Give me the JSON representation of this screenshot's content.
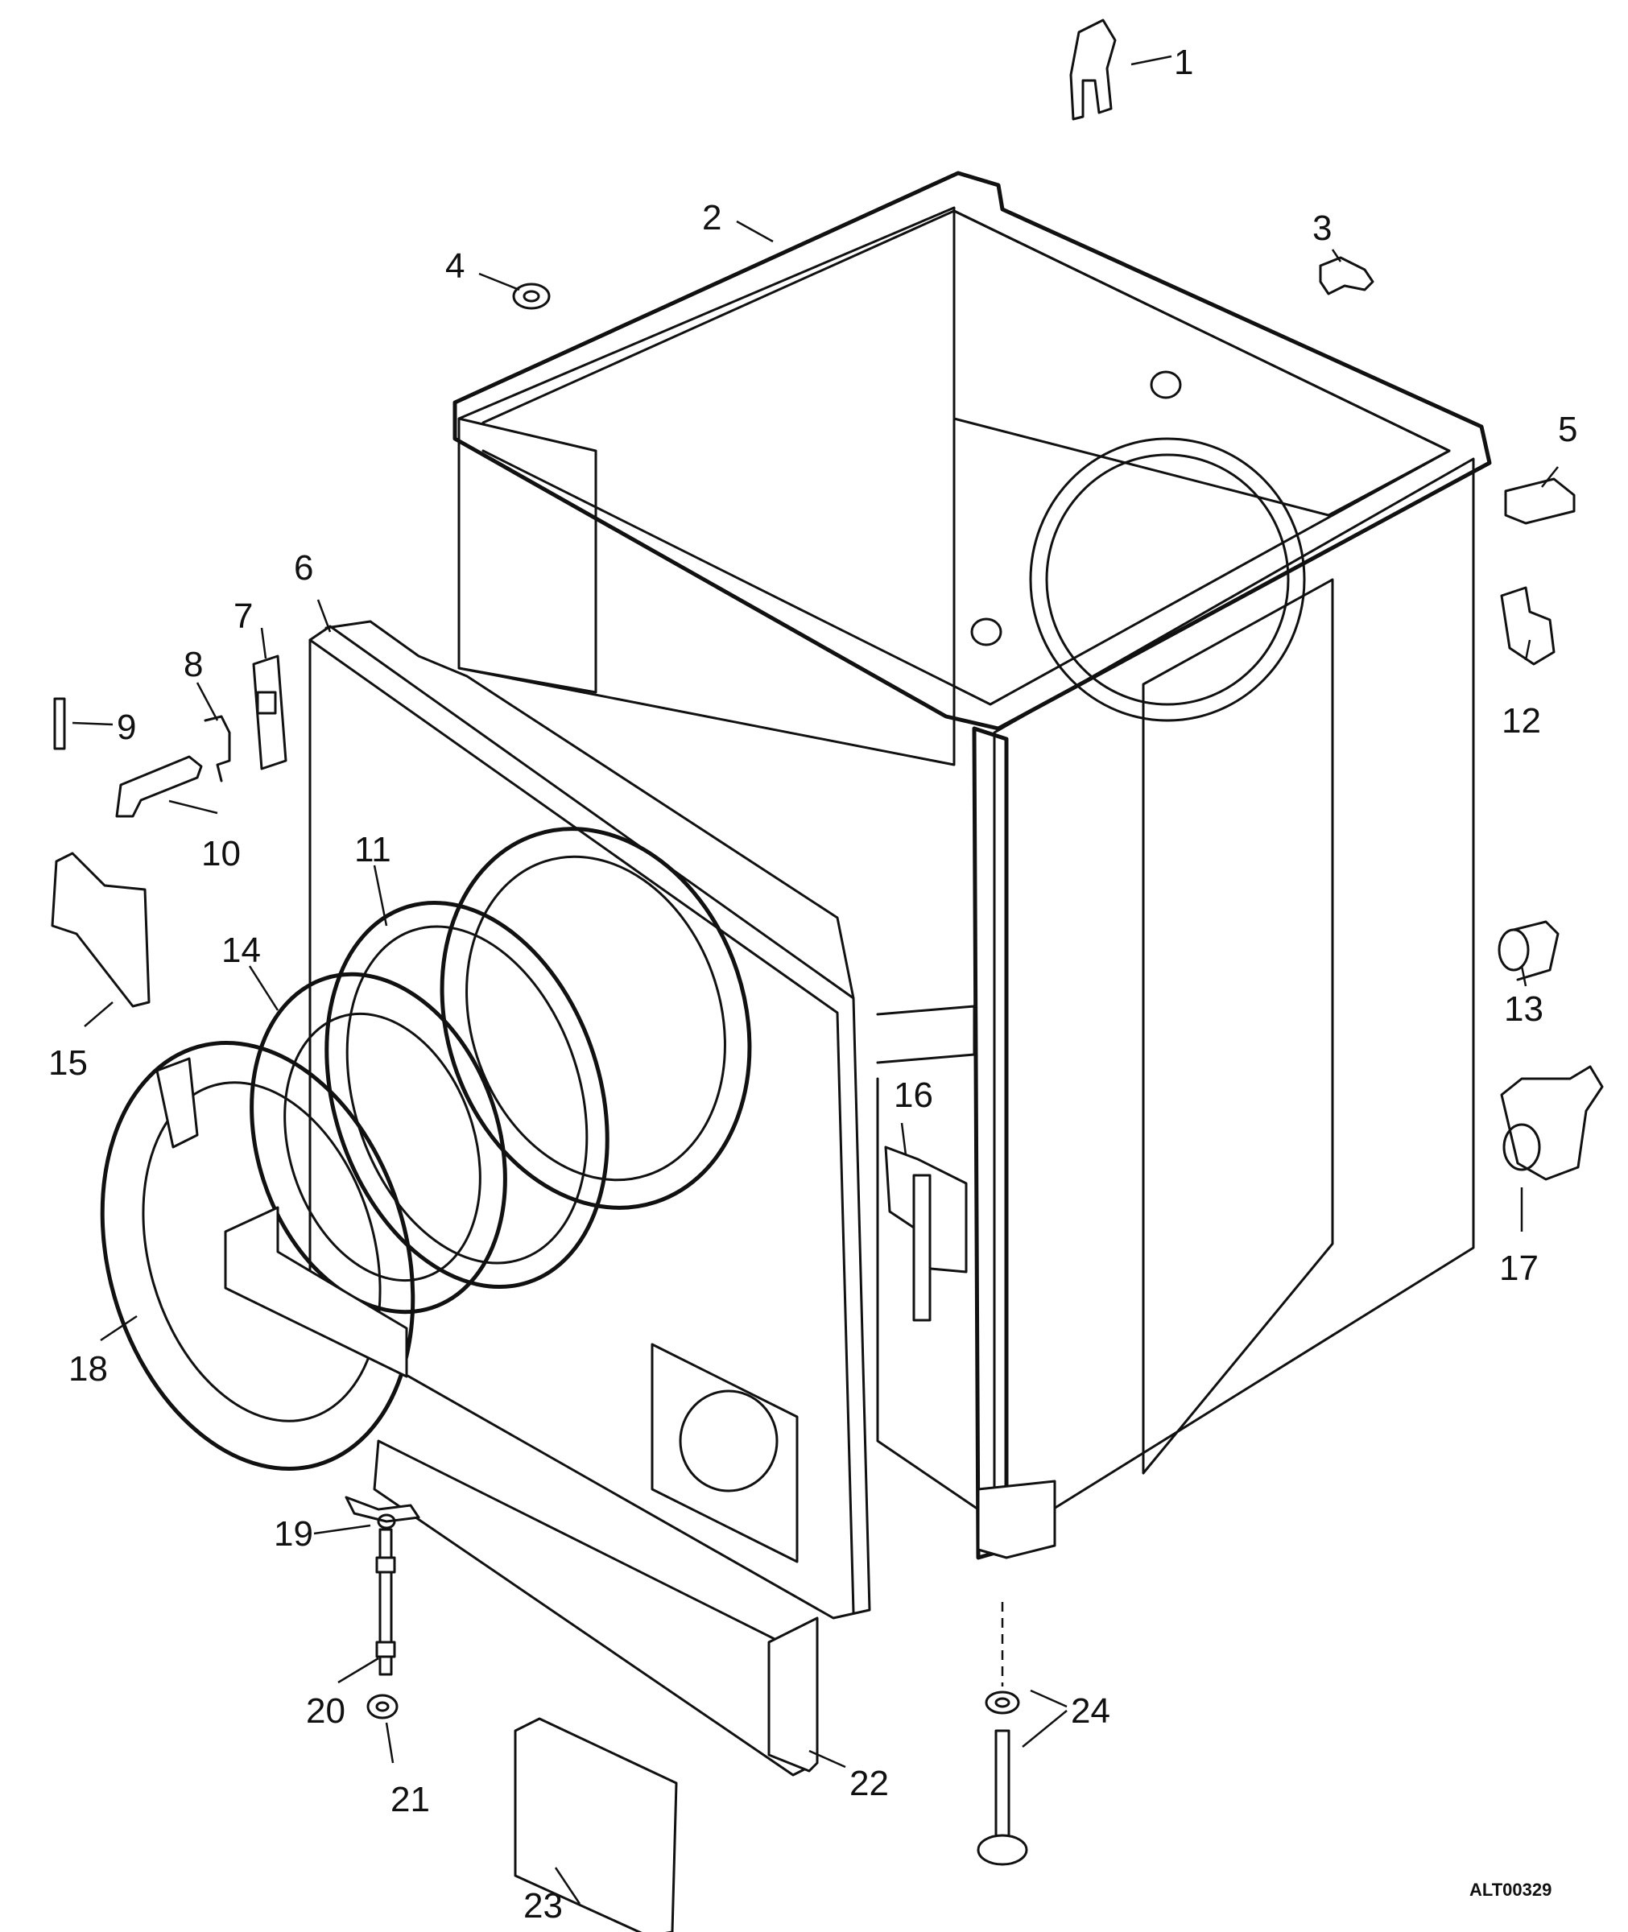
{
  "diagram": {
    "callouts": [
      "1",
      "2",
      "3",
      "4",
      "5",
      "6",
      "7",
      "8",
      "9",
      "10",
      "11",
      "12",
      "13",
      "14",
      "15",
      "16",
      "17",
      "18",
      "19",
      "20",
      "21",
      "22",
      "23",
      "24"
    ],
    "drawing_code": "ALT00329"
  }
}
